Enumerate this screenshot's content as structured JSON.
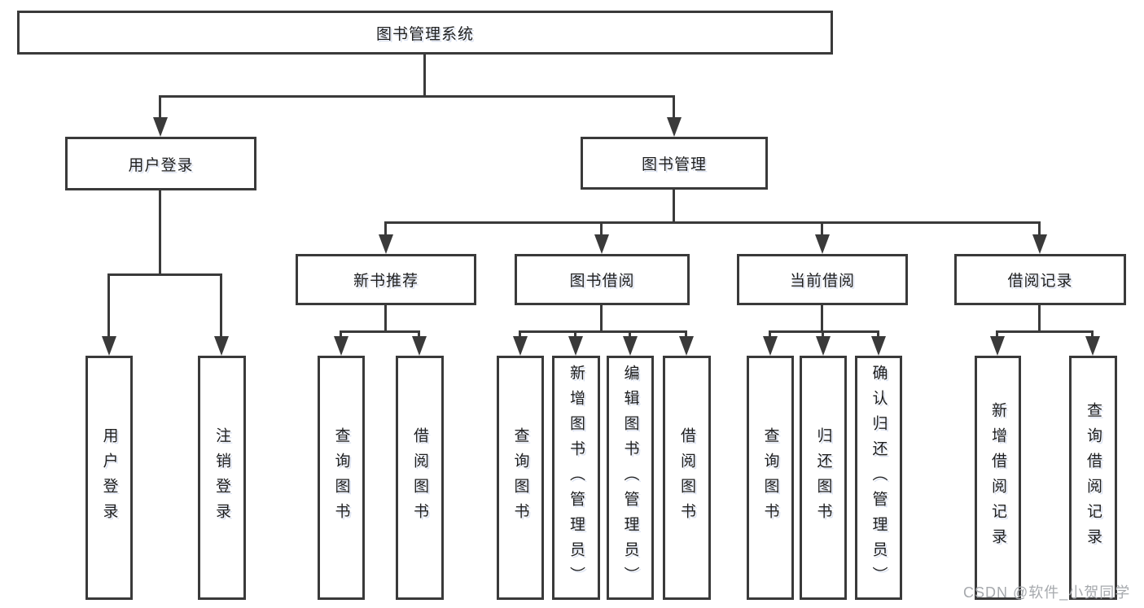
{
  "nodes": {
    "root": {
      "label": "图书管理系统"
    },
    "user_login": {
      "label": "用户登录",
      "children": [
        "用户登录",
        "注销登录"
      ]
    },
    "book_mgmt": {
      "label": "图书管理"
    },
    "new_books": {
      "label": "新书推荐",
      "children": [
        "查询图书",
        "借阅图书"
      ]
    },
    "book_borrow": {
      "label": "图书借阅",
      "children": [
        "查询图书",
        "新增图书（管理员）",
        "编辑图书（管理员）",
        "借阅图书"
      ]
    },
    "current_borrow": {
      "label": "当前借阅",
      "children": [
        "查询图书",
        "归还图书",
        "确认归还（管理员）"
      ]
    },
    "borrow_records": {
      "label": "借阅记录",
      "children": [
        "新增借阅记录",
        "查询借阅记录"
      ]
    }
  },
  "watermark": {
    "text": "CSDN @软件_小贺同学"
  },
  "colors": {
    "line": "#3a3a3a",
    "text": "#1f1f1f",
    "wm": "#a6a9ad",
    "bg": "#ffffff"
  }
}
